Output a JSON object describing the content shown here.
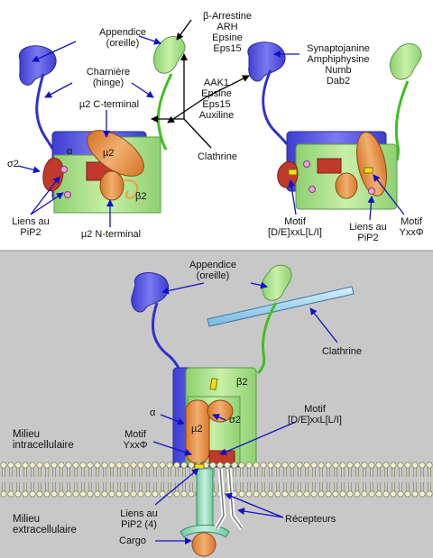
{
  "top_left": {
    "appendice": [
      "Appendice",
      "(oreille)"
    ],
    "charniere": [
      "Charnière",
      "(hinge)"
    ],
    "mu2_c_terminal": "µ2 C-terminal",
    "sigma2": "σ2",
    "alpha": "α",
    "mu2": "µ2",
    "beta2": "β2",
    "liens_pip2": [
      "Liens au",
      "PiP2"
    ],
    "mu2_n_terminal": "µ2 N-terminal"
  },
  "top_center": {
    "beta_group": [
      "β-Arrestine",
      "ARH",
      "Epsine",
      "Eps15"
    ],
    "alpha_group": [
      "AAK1",
      "Epsine",
      "Eps15",
      "Auxiline"
    ],
    "clathrine": "Clathrine"
  },
  "top_right": {
    "partners": [
      "Synaptojanine",
      "Amphiphysine",
      "Numb",
      "Dab2"
    ],
    "motif_dxxl": [
      "Motif",
      "[D/E]xxL[L/I]"
    ],
    "liens_pip2": [
      "Liens au",
      "PiP2"
    ],
    "motif_yxx": [
      "Motif",
      "YxxΦ"
    ]
  },
  "bottom": {
    "appendice": [
      "Appendice",
      "(oreille)"
    ],
    "clathrine": "Clathrine",
    "beta2": "β2",
    "alpha": "α",
    "mu2": "µ2",
    "sigma2": "σ2",
    "motif_dxxl": [
      "Motif",
      "[D/E]xxL[L/I]"
    ],
    "motif_yxx": [
      "Motif",
      "YxxΦ"
    ],
    "milieu_intra": [
      "Milieu",
      "intracellulaire"
    ],
    "milieu_extra": [
      "Milieu",
      "extracellulaire"
    ],
    "liens_pip2": [
      "Liens au",
      "PiP2 (4)"
    ],
    "recepteurs": "Récepteurs",
    "cargo": "Cargo"
  },
  "colors": {
    "alpha_blue": "#5a5ae6",
    "appendage_green": "#a8e08a",
    "mu2_orange": "#e89a4c",
    "sigma_red": "#c0392b",
    "clathrin_cyan": "#a8d8f0",
    "bottom_bg": "#c8c8c8",
    "arrow_blue": "#1010c8"
  }
}
